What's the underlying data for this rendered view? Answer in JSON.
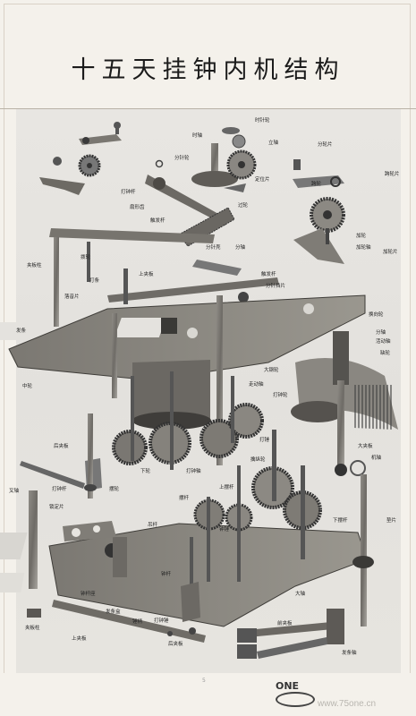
{
  "title": "十五天挂钟内机结构",
  "page_mark": "5",
  "logo_text": "ONE",
  "website": "www.75one.cn",
  "labels": {
    "l01": "时轴",
    "l02": "时针轮",
    "l03": "立轴",
    "l04": "分轮片",
    "l05": "分针轮",
    "l06": "定位片",
    "l07": "跨轮",
    "l08": "跨轮片",
    "l09": "过轮",
    "l10": "触发杆",
    "l11": "加轮",
    "l12": "加轮片",
    "l13": "打钟杆",
    "l14": "扇形齿",
    "l15": "分针壳",
    "l16": "分轴",
    "l17": "加轮轴",
    "l18": "拨轮",
    "l19": "上夹板",
    "l20": "夹板柱",
    "l21": "打条",
    "l22": "触发杆",
    "l23": "分针挡片",
    "l24": "落音片",
    "l25": "换向轮",
    "l26": "分轴",
    "l27": "活动轴",
    "l28": "缺轮",
    "l29": "发条",
    "l30": "大钢轮",
    "l31": "走动轴",
    "l32": "打钟轮",
    "l33": "中轮",
    "l34": "打锤",
    "l35": "大夹板",
    "l36": "机轴",
    "l37": "后夹板",
    "l38": "下轮",
    "l39": "打钟轴",
    "l40": "擒纵轮",
    "l41": "打钟杆",
    "l42": "叉轴",
    "l43": "摆轮",
    "l44": "摆杆",
    "l45": "上摆杆",
    "l46": "下摆杆",
    "l47": "垫片",
    "l48": "锁定片",
    "l49": "吊杆",
    "l50": "钟锤",
    "l51": "钟杆",
    "l52": "钟杆座",
    "l53": "大轴",
    "l54": "发条盒",
    "l55": "锤柄",
    "l56": "打钟锤",
    "l57": "夹板柱",
    "l58": "上夹板",
    "l59": "后夹板",
    "l60": "前夹板",
    "l61": "发条轴"
  }
}
